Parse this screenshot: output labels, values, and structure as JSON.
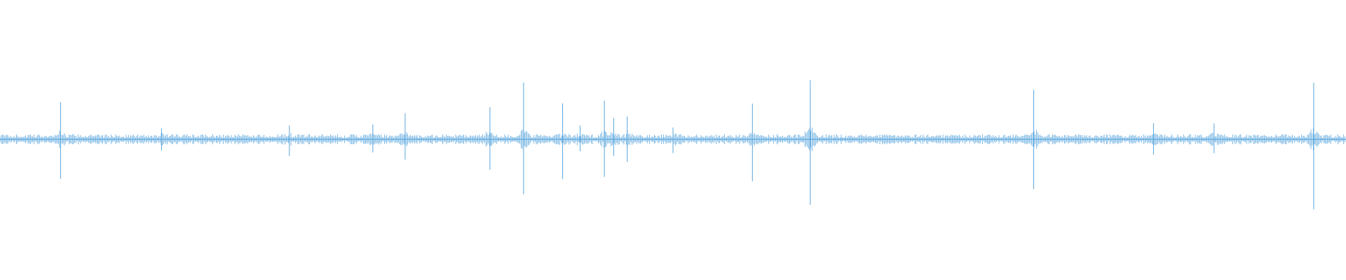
{
  "waveform": {
    "color": "#5aa6dd",
    "background": "#ffffff",
    "baseline_amplitude": 0.018,
    "baseline_density": 0.6,
    "peaks": [
      {
        "position": 0.045,
        "amplitude": 0.3
      },
      {
        "position": 0.12,
        "amplitude": 0.1
      },
      {
        "position": 0.215,
        "amplitude": 0.12
      },
      {
        "position": 0.277,
        "amplitude": 0.12
      },
      {
        "position": 0.301,
        "amplitude": 0.2
      },
      {
        "position": 0.364,
        "amplitude": 0.3
      },
      {
        "position": 0.389,
        "amplitude": 0.46
      },
      {
        "position": 0.418,
        "amplitude": 0.3
      },
      {
        "position": 0.431,
        "amplitude": 0.1
      },
      {
        "position": 0.449,
        "amplitude": 0.36
      },
      {
        "position": 0.456,
        "amplitude": 0.16
      },
      {
        "position": 0.466,
        "amplitude": 0.2
      },
      {
        "position": 0.5,
        "amplitude": 0.12
      },
      {
        "position": 0.559,
        "amplitude": 0.3
      },
      {
        "position": 0.602,
        "amplitude": 0.5
      },
      {
        "position": 0.768,
        "amplitude": 0.38
      },
      {
        "position": 0.857,
        "amplitude": 0.12
      },
      {
        "position": 0.902,
        "amplitude": 0.14
      },
      {
        "position": 0.976,
        "amplitude": 0.5
      }
    ]
  }
}
